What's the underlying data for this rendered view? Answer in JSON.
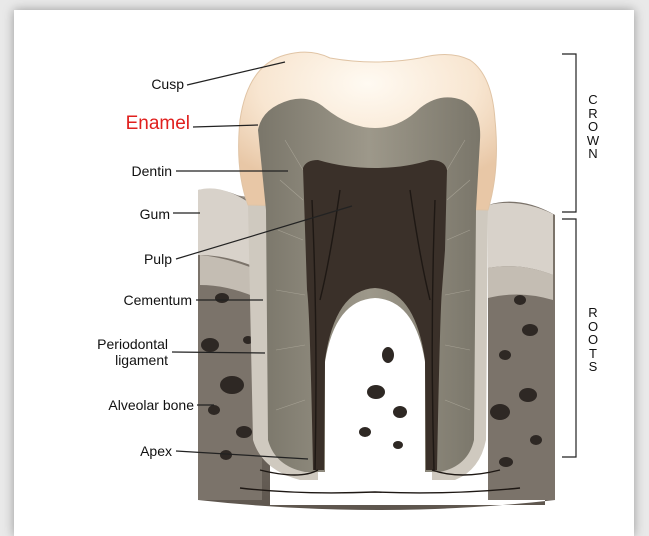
{
  "labels": {
    "cusp": "Cusp",
    "enamel": "Enamel",
    "dentin": "Dentin",
    "gum": "Gum",
    "pulp": "Pulp",
    "cementum": "Cementum",
    "periodontal_ligament_1": "Periodontal",
    "periodontal_ligament_2": "ligament",
    "alveolar_bone": "Alveolar bone",
    "apex": "Apex"
  },
  "regions": {
    "crown": "CROWN",
    "roots": "ROOTS"
  },
  "colors": {
    "enamel_label": "#e0201e",
    "enamel": "#f6e4cf",
    "dentin": "#8f8a7c",
    "pulp": "#3a3029",
    "bone": "#6f665d",
    "gum": "#d8d2ca"
  }
}
